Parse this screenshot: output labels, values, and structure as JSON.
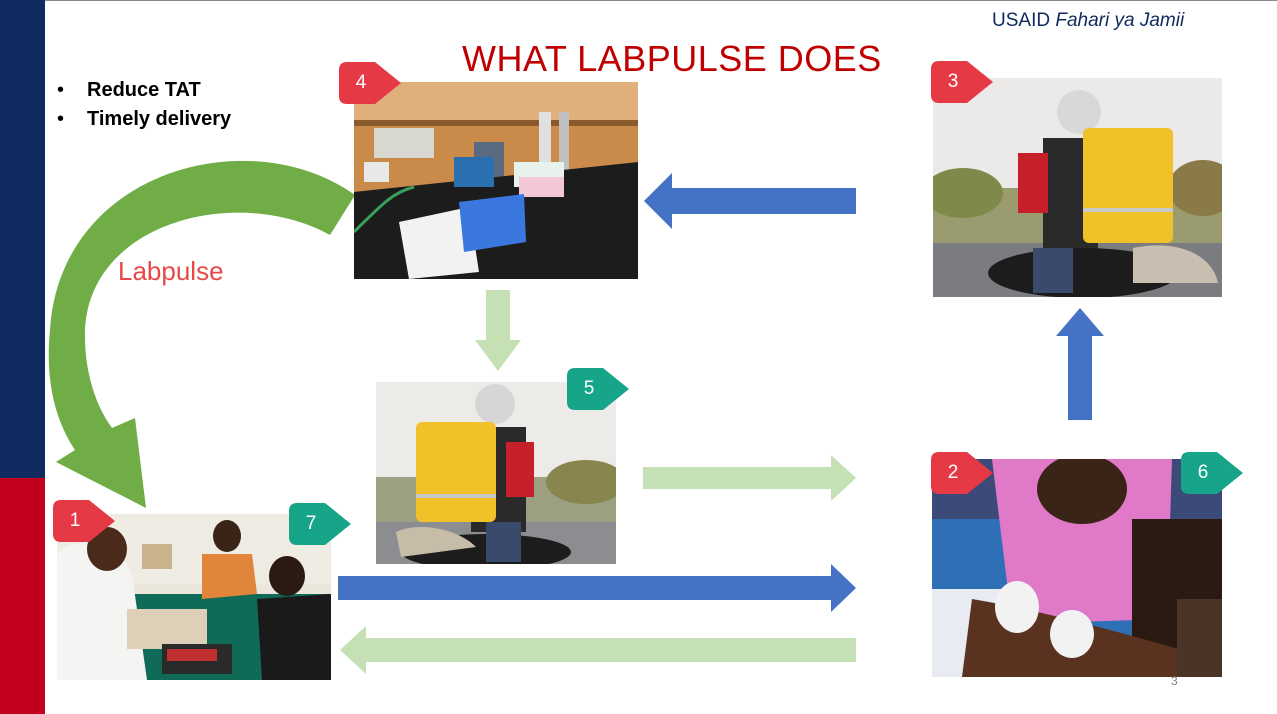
{
  "brand": {
    "org": "USAID",
    "program": "Fahari ya Jamii"
  },
  "title": "WHAT LABPULSE DOES",
  "bullets": [
    "Reduce TAT",
    "Timely delivery"
  ],
  "curve_label": "Labpulse",
  "page_number": "3",
  "colors": {
    "sidebar_navy": "#0f2a5e",
    "sidebar_red": "#c2001e",
    "title_red": "#c00000",
    "arrow_blue": "#4472c4",
    "arrow_light_green": "#c5e0b4",
    "arrow_green": "#70ad47",
    "marker_red": "#e63946",
    "marker_teal": "#17a589"
  },
  "steps": [
    {
      "number": "1",
      "color": "red",
      "image": "clinic-consultation-photo"
    },
    {
      "number": "2",
      "color": "red",
      "image": "blood-sample-collection-photo"
    },
    {
      "number": "3",
      "color": "red",
      "image": "motorbike-courier-photo"
    },
    {
      "number": "4",
      "color": "red",
      "image": "laboratory-bench-photo"
    },
    {
      "number": "5",
      "color": "teal",
      "image": "motorbike-courier-photo"
    },
    {
      "number": "6",
      "color": "teal",
      "image": "blood-sample-collection-photo"
    },
    {
      "number": "7",
      "color": "teal",
      "image": "clinic-consultation-photo"
    }
  ]
}
